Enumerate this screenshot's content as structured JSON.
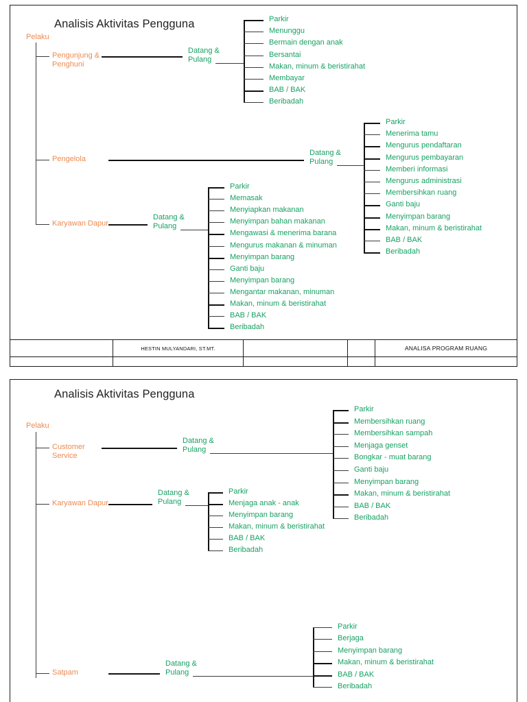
{
  "sheet": {
    "panels": [
      {
        "id": "panel-top",
        "title": "Analisis Aktivitas Pengguna",
        "root_label": "Pelaku",
        "branches": [
          {
            "actor": "Pengunjung &\nPenghuni",
            "stage": "Datang &\nPulang",
            "activities": [
              "Parkir",
              "Menunggu",
              "Bermain dengan anak",
              "Bersantai",
              "Makan, minum & beristirahat",
              "Membayar",
              "BAB / BAK",
              "Beribadah"
            ]
          },
          {
            "actor": "Pengelola",
            "stage": "Datang &\nPulang",
            "activities": [
              "Parkir",
              "Menerima tamu",
              "Mengurus pendaftaran",
              "Mengurus pembayaran",
              "Memberi informasi",
              "Mengurus administrasi",
              "Membersihkan ruang",
              "Ganti baju",
              "Menyimpan barang",
              "Makan, minum & beristirahat",
              "BAB / BAK",
              "Beribadah"
            ]
          },
          {
            "actor": "Karyawan Dapur",
            "stage": "Datang &\nPulang",
            "activities": [
              "Parkir",
              "Memasak",
              "Menyiapkan makanan",
              "Menyimpan bahan makanan",
              "Mengawasi & menerima barana",
              "Mengurus makanan & minuman",
              "Menyimpan barang",
              "Ganti baju",
              "Menyimpan barang",
              "Mengantar makanan, minuman",
              "Makan, minum & beristirahat",
              "BAB / BAK",
              "Beribadah"
            ]
          }
        ]
      },
      {
        "id": "panel-bottom",
        "title": "Analisis Aktivitas Pengguna",
        "root_label": "Pelaku",
        "branches": [
          {
            "actor": "Customer\nService",
            "stage": "Datang &\nPulang",
            "activities": [
              "Parkir",
              "Membersihkan ruang",
              "Membersihkan sampah",
              "Menjaga genset",
              "Bongkar - muat barang",
              "Ganti baju",
              "Menyimpan barang",
              "Makan, minum & beristirahat",
              "BAB / BAK",
              "Beribadah"
            ]
          },
          {
            "actor": "Karyawan Dapur",
            "stage": "Datang &\nPulang",
            "activities": [
              "Parkir",
              "Menjaga anak - anak",
              "Menyimpan barang",
              "Makan, minum & beristirahat",
              "BAB / BAK",
              "Beribadah"
            ]
          },
          {
            "actor": "Satpam",
            "stage": "Datang &\nPulang",
            "activities": [
              "Parkir",
              "Berjaga",
              "Menyimpan barang",
              "Makan, minum & beristirahat",
              "BAB / BAK",
              "Beribadah"
            ]
          }
        ]
      }
    ],
    "titleblock": {
      "author": "HESTIN MULYANDARI, ST.MT.",
      "drawing_title": "ANALISA PROGRAM RUANG"
    },
    "colors": {
      "actor": "#ED8A50",
      "activity": "#16A163",
      "heading": "#231f20",
      "line": "#3a3a3a",
      "border": "#1a1a1a"
    }
  }
}
